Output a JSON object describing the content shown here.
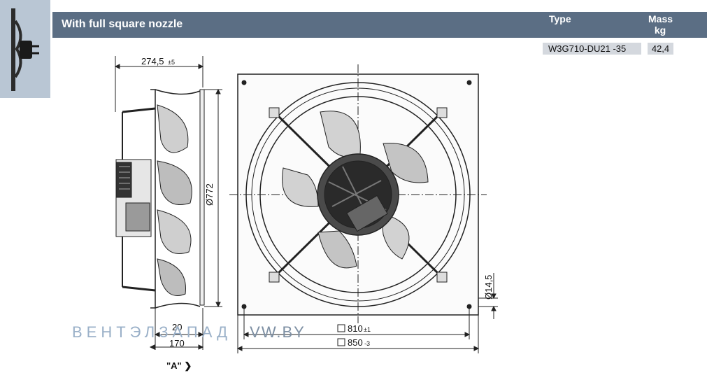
{
  "header": {
    "title": "With full square nozzle",
    "type_label": "Type",
    "mass_label_line1": "Mass",
    "mass_label_line2": "kg"
  },
  "product": {
    "type": "W3G710-DU21  -35",
    "mass": "42,4"
  },
  "dimensions": {
    "depth": "274,5",
    "depth_tol": "±5",
    "diameter": "Ø772",
    "hole": "Ø14,5",
    "frame_inner": "810",
    "frame_inner_tol": "±1",
    "frame_outer": "850",
    "frame_outer_tol": "-3",
    "flange": "20",
    "flange_depth": "170"
  },
  "view_label": "\"A\" ❯",
  "watermark": {
    "text1": "ВЕНТЭЛЗАПАД",
    "text2": "VW.BY"
  },
  "colors": {
    "header_bg": "#5b6e84",
    "cell_bg": "#d4d8de",
    "thumb_bg": "#b9c6d4"
  }
}
